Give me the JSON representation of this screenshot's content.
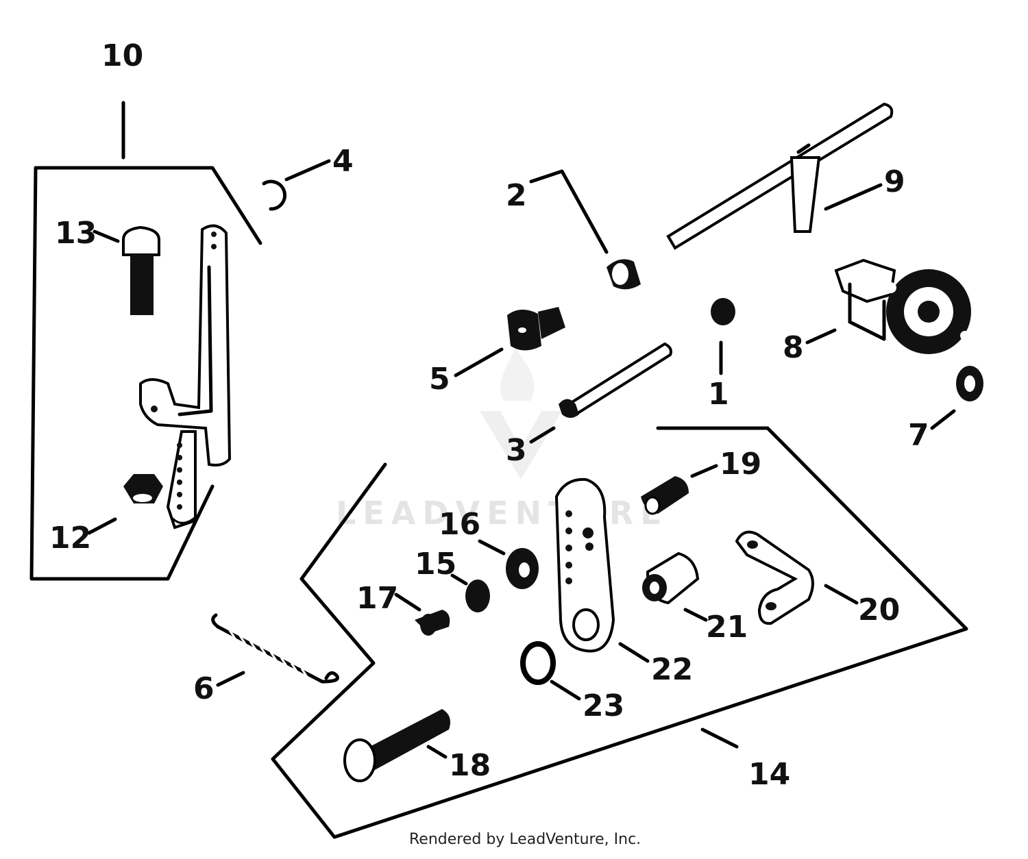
{
  "watermark": "LEADVENTURE",
  "credit": "Rendered by LeadVenture, Inc.",
  "callouts": {
    "c1": "1",
    "c2": "2",
    "c3": "3",
    "c4": "4",
    "c5": "5",
    "c6": "6",
    "c7": "7",
    "c8": "8",
    "c9": "9",
    "c10": "10",
    "c12": "12",
    "c13": "13",
    "c14": "14",
    "c15": "15",
    "c16": "16",
    "c17": "17",
    "c18": "18",
    "c19": "19",
    "c20": "20",
    "c21": "21",
    "c22": "22",
    "c23": "23"
  }
}
